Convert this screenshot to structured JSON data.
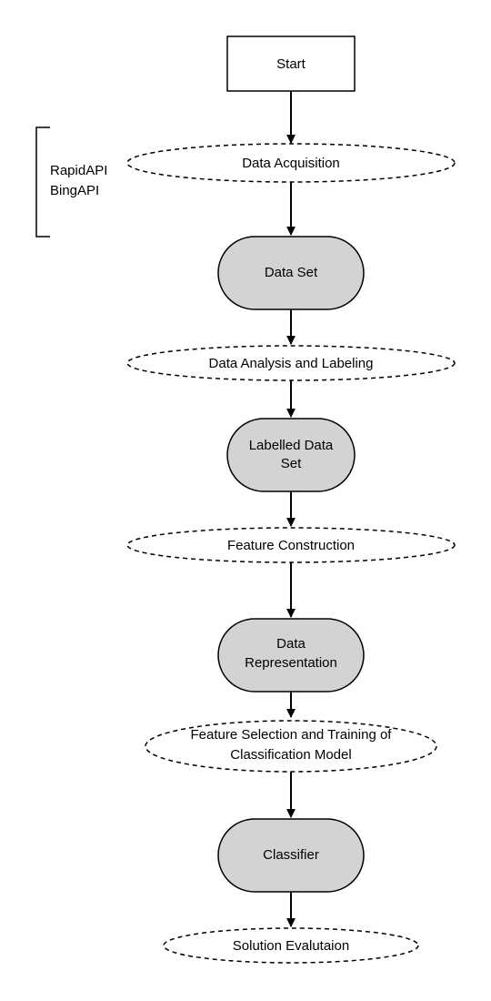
{
  "diagram": {
    "nodes": [
      {
        "id": "start",
        "lines": [
          "Start"
        ]
      },
      {
        "id": "data-acquisition",
        "lines": [
          "Data Acquisition"
        ]
      },
      {
        "id": "data-set",
        "lines": [
          "Data Set"
        ]
      },
      {
        "id": "data-analysis-labeling",
        "lines": [
          "Data Analysis and Labeling"
        ]
      },
      {
        "id": "labelled-data-set",
        "lines": [
          "Labelled Data",
          "Set"
        ]
      },
      {
        "id": "feature-construction",
        "lines": [
          "Feature Construction"
        ]
      },
      {
        "id": "data-representation",
        "lines": [
          "Data",
          "Representation"
        ]
      },
      {
        "id": "feature-selection-training",
        "lines": [
          "Feature Selection  and Training of",
          "Classification Model"
        ]
      },
      {
        "id": "classifier",
        "lines": [
          "Classifier"
        ]
      },
      {
        "id": "solution-evaluation",
        "lines": [
          "Solution Evalutaion"
        ]
      }
    ],
    "side_annotation": {
      "lines": [
        "RapidAPI",
        "BingAPI"
      ]
    }
  }
}
